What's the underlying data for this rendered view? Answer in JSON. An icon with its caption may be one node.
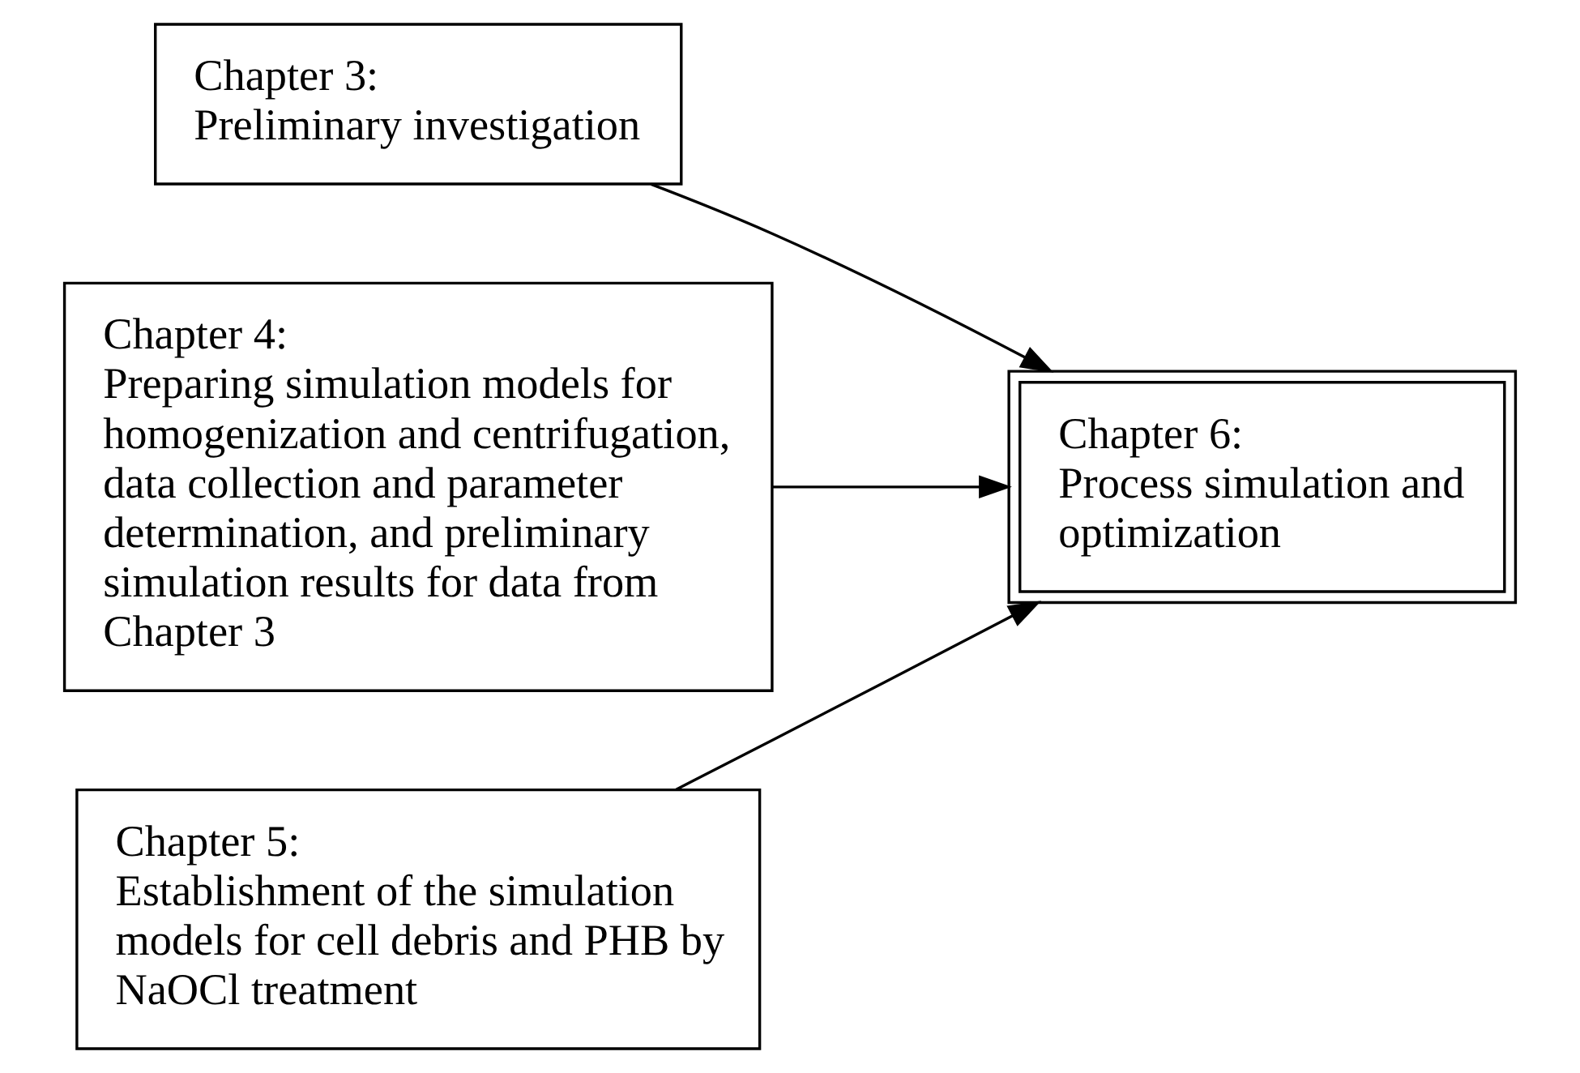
{
  "diagram": {
    "nodes": [
      {
        "text": [
          "Chapter 3:",
          "Preliminary investigation"
        ]
      },
      {
        "text": [
          "Chapter 4:",
          "Preparing simulation models for homogenization and centrifugation, data collection and parameter determination, and preliminary simulation results for data from Chapter 3"
        ]
      },
      {
        "text": [
          "Chapter 5:",
          "Establishment of the simulation models for cell debris and PHB by NaOCl treatment"
        ]
      },
      {
        "text": [
          "Chapter 6:",
          "Process simulation and optimization"
        ]
      }
    ],
    "edges": [
      {
        "from": 0,
        "to": 3,
        "arrow": "to"
      },
      {
        "from": 1,
        "to": 3,
        "arrow": "to"
      },
      {
        "from": 2,
        "to": 3,
        "arrow": "to"
      }
    ]
  }
}
